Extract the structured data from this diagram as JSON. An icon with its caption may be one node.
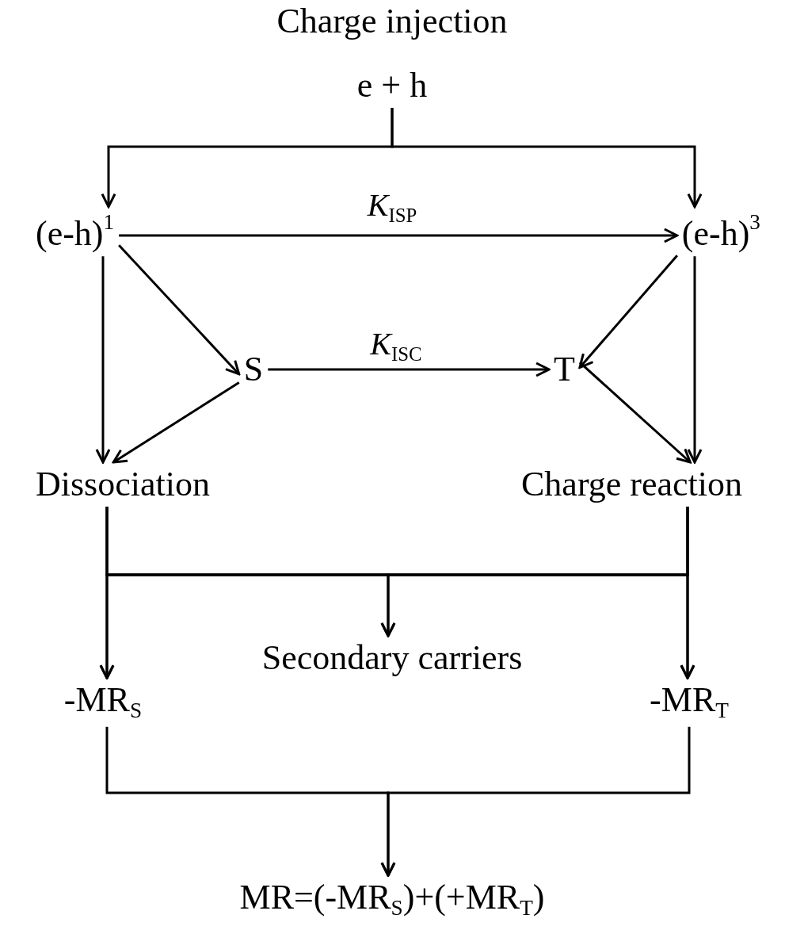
{
  "diagram": {
    "nodes": [
      {
        "text": [
          "Charge injection",
          "e + h"
        ]
      },
      {
        "text": [
          "(e-h)$^{1}$"
        ]
      },
      {
        "text": [
          "(e-h)$^{3}$"
        ]
      },
      {
        "text": [
          "S"
        ]
      },
      {
        "text": [
          "T"
        ]
      },
      {
        "text": [
          "Dissociation"
        ]
      },
      {
        "text": [
          "Charge reaction"
        ]
      },
      {
        "text": [
          "-MR$_{S}$"
        ]
      },
      {
        "text": [
          "Secondary carriers"
        ]
      },
      {
        "text": [
          "-MR$_{T}$"
        ]
      },
      {
        "text": [
          "MR=(-MR$_{S}$)+(+MR$_{T}$)"
        ]
      }
    ],
    "edges": [
      {
        "from": 0,
        "to": 1,
        "arrow": "to"
      },
      {
        "from": 0,
        "to": 2,
        "arrow": "to"
      },
      {
        "from": 1,
        "to": 2,
        "arrow": "to",
        "label": "*K*$_{ISP}$"
      },
      {
        "from": 1,
        "to": 5,
        "arrow": "to"
      },
      {
        "from": 1,
        "to": 3,
        "arrow": "to"
      },
      {
        "from": 3,
        "to": 5,
        "arrow": "to"
      },
      {
        "from": 3,
        "to": 4,
        "arrow": "to",
        "label": "*K*$_{ISC}$"
      },
      {
        "from": 2,
        "to": 4,
        "arrow": "to"
      },
      {
        "from": 2,
        "to": 6,
        "arrow": "to"
      },
      {
        "from": 4,
        "to": 6,
        "arrow": "to"
      },
      {
        "from": 5,
        "to": 7,
        "arrow": "to"
      },
      {
        "from": 5,
        "to": 8,
        "arrow": "to"
      },
      {
        "from": 5,
        "to": 9,
        "arrow": "to"
      },
      {
        "from": 6,
        "to": 7,
        "arrow": "to"
      },
      {
        "from": 6,
        "to": 8,
        "arrow": "to"
      },
      {
        "from": 6,
        "to": 9,
        "arrow": "to"
      },
      {
        "from": 7,
        "to": 10,
        "arrow": "to"
      },
      {
        "from": 9,
        "to": 10,
        "arrow": "to"
      }
    ]
  }
}
